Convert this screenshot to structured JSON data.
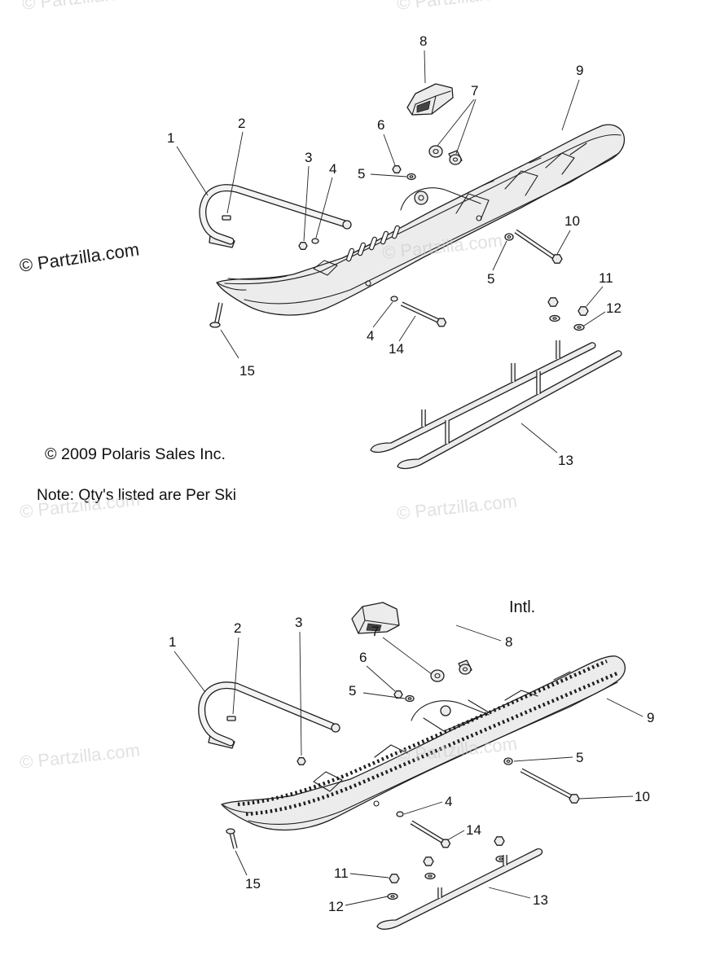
{
  "watermark": "© Partzilla.com",
  "copyright": "© 2009 Polaris Sales Inc.",
  "note": "Note: Qty's listed are Per Ski",
  "intl_label": "Intl.",
  "top_diagram": {
    "callouts": [
      "1",
      "2",
      "3",
      "4",
      "5",
      "6",
      "7",
      "8",
      "9",
      "10",
      "11",
      "12",
      "5",
      "4",
      "14",
      "15",
      "13"
    ]
  },
  "intl_diagram": {
    "callouts": [
      "1",
      "2",
      "3",
      "7",
      "8",
      "6",
      "5",
      "9",
      "5",
      "10",
      "4",
      "14",
      "15",
      "11",
      "12",
      "13"
    ]
  }
}
